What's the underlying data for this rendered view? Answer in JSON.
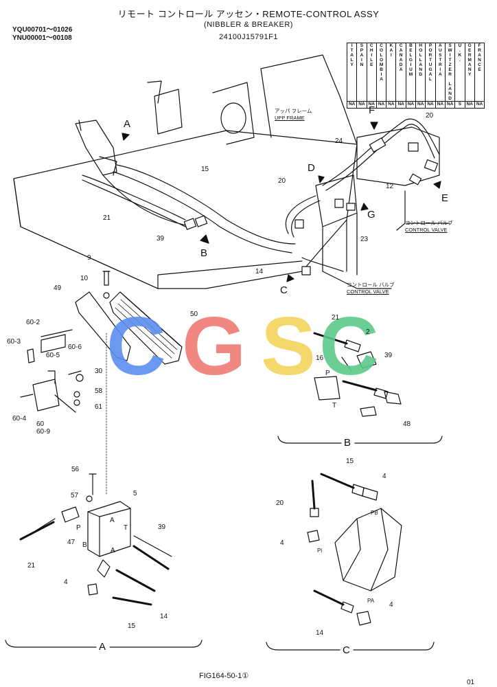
{
  "header": {
    "title": "リモート コントロール アッセン・REMOTE-CONTROL ASSY",
    "subtitle": "(NIBBLER & BREAKER)",
    "part_number": "24100J15791F1",
    "serial_1": "YQU00701～01026",
    "serial_2": "YNU00001～00108"
  },
  "countries": [
    {
      "name": "ITALY",
      "code": "NA"
    },
    {
      "name": "SPAIN",
      "code": "NA"
    },
    {
      "name": "CHILE",
      "code": "NA"
    },
    {
      "name": "COLOMBIA",
      "code": "NA"
    },
    {
      "name": "KAI",
      "code": "NA"
    },
    {
      "name": "CANADA",
      "code": "NA"
    },
    {
      "name": "BELGIUM",
      "code": "NA"
    },
    {
      "name": "HOLLAND",
      "code": "NA"
    },
    {
      "name": "PORTUGAL",
      "code": "NA"
    },
    {
      "name": "AUSTRIA",
      "code": "NA"
    },
    {
      "name": "SWITZER LAND",
      "code": "NA"
    },
    {
      "name": "U.K.",
      "code": "S"
    },
    {
      "name": "GERMANY",
      "code": "NA"
    },
    {
      "name": "FRANCE",
      "code": "NA"
    }
  ],
  "captions": {
    "upp_frame_jp": "アッパ フレーム",
    "upp_frame": "UPP FRAME",
    "control_valve_jp_1": "コントロール バルブ",
    "control_valve_1": "CONTROL VALVE",
    "control_valve_jp_2": "コントロール バルブ",
    "control_valve_2": "CONTROL VALVE"
  },
  "view_labels": {
    "A": "A",
    "B": "B",
    "C": "C",
    "D": "D",
    "E": "E",
    "F": "F",
    "G": "G"
  },
  "section_labels": {
    "A": "A",
    "B": "B",
    "C": "C"
  },
  "port_labels": {
    "p_a": "P",
    "b_a": "B",
    "a_a": "A",
    "t_a": "T",
    "a_a2": "A",
    "p_b": "P",
    "t_b": "T",
    "pb_c": "PB",
    "pi_c": "Pi",
    "pa_c": "PA"
  },
  "callouts": {
    "c15_top": "15",
    "c21_top": "21",
    "c39_top": "39",
    "c14_top": "14",
    "c20_top": "20",
    "c24": "24",
    "c20_e": "20",
    "c12": "12",
    "c23": "23",
    "c9": "9",
    "c10": "10",
    "c49": "49",
    "c50": "50",
    "c60_2": "60-2",
    "c60_3": "60-3",
    "c60_5": "60-5",
    "c60_6": "60-6",
    "c30": "30",
    "c58": "58",
    "c61": "61",
    "c60_4": "60-4",
    "c60": "60",
    "c60_9": "60-9",
    "c56": "56",
    "c57": "57",
    "c5": "5",
    "c39_a": "39",
    "c47": "47",
    "c21_a": "21",
    "c4_a": "4",
    "c14_a": "14",
    "c15_a": "15",
    "c21_b": "21",
    "c2": "2",
    "c16": "16",
    "c39_b": "39",
    "c48": "48",
    "c15_c": "15",
    "c4_c1": "4",
    "c20_c": "20",
    "c4_c2": "4",
    "c4_c3": "4",
    "c14_c": "14"
  },
  "footer": {
    "figure": "FIG164-50-1①",
    "page": "01"
  },
  "watermark": {
    "letters": [
      "C",
      "G",
      "S",
      "C"
    ],
    "colors": [
      "#5b8def",
      "#ef7b74",
      "#f5d45b",
      "#5cc98a"
    ]
  }
}
